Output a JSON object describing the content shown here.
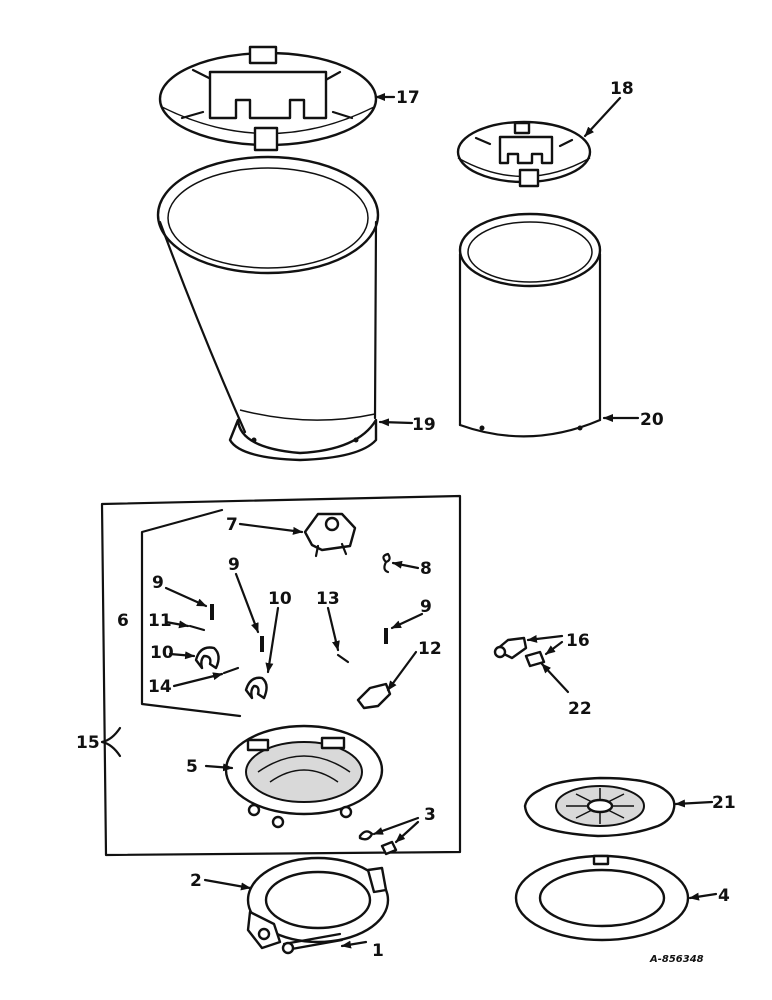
{
  "labels": {
    "l1": "1",
    "l2": "2",
    "l3": "3",
    "l4": "4",
    "l5": "5",
    "l6": "6",
    "l7": "7",
    "l8": "8",
    "l9a": "9",
    "l9b": "9",
    "l9c": "9",
    "l10a": "10",
    "l10b": "10",
    "l11": "11",
    "l12": "12",
    "l13": "13",
    "l14": "14",
    "l15": "15",
    "l16": "16",
    "l17": "17",
    "l18": "18",
    "l19": "19",
    "l20": "20",
    "l21": "21",
    "l22": "22"
  },
  "drawing_code": "A-856348"
}
